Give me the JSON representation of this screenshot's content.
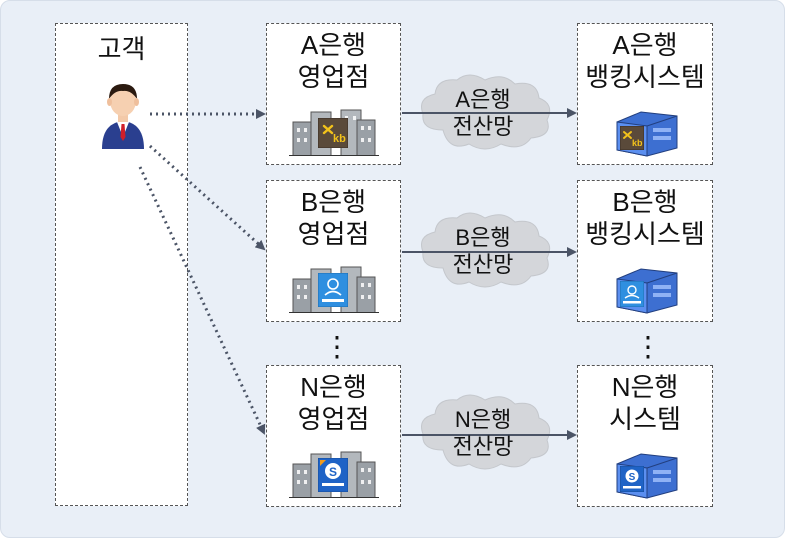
{
  "customer": {
    "label": "고객",
    "icon": "person-icon"
  },
  "banks": [
    {
      "id": "a",
      "branch_line1": "A은행",
      "branch_line2": "영업점",
      "network_line1": "A은행",
      "network_line2": "전산망",
      "system_line1": "A은행",
      "system_line2": "뱅킹시스템",
      "logo": "kb-logo-icon",
      "accent": "#5a4a3a"
    },
    {
      "id": "b",
      "branch_line1": "B은행",
      "branch_line2": "영업점",
      "network_line1": "B은행",
      "network_line2": "전산망",
      "system_line1": "B은행",
      "system_line2": "뱅킹시스템",
      "logo": "woori-logo-icon",
      "accent": "#2f8fe0"
    },
    {
      "id": "n",
      "branch_line1": "N은행",
      "branch_line2": "영업점",
      "network_line1": "N은행",
      "network_line2": "전산망",
      "system_line1": "N은행",
      "system_line2": "시스템",
      "logo": "shinhan-logo-icon",
      "accent": "#1f63c6"
    }
  ],
  "ellipsis": "⋮",
  "colors": {
    "arrow": "#4b5466",
    "cloud": "#d4d6da",
    "panel": "#e9eff7"
  }
}
